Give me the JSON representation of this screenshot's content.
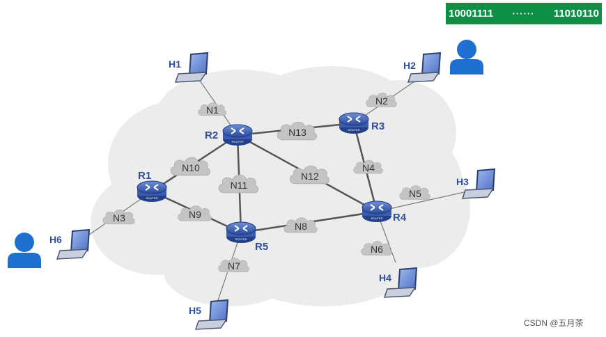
{
  "banner": {
    "bits_left": "10001111",
    "dots": "······",
    "bits_right": "11010110"
  },
  "watermark": "CSDN @五月茶",
  "routers": [
    {
      "id": "R1",
      "label": "R1"
    },
    {
      "id": "R2",
      "label": "R2"
    },
    {
      "id": "R3",
      "label": "R3"
    },
    {
      "id": "R4",
      "label": "R4"
    },
    {
      "id": "R5",
      "label": "R5"
    }
  ],
  "router_badge": "ROUTER",
  "networks": [
    "N1",
    "N2",
    "N3",
    "N4",
    "N5",
    "N6",
    "N7",
    "N8",
    "N9",
    "N10",
    "N11",
    "N12",
    "N13"
  ],
  "hosts": [
    "H1",
    "H2",
    "H3",
    "H4",
    "H5",
    "H6"
  ],
  "colors": {
    "accent": "#0d8f46",
    "label_blue": "#2e4e9a",
    "user_blue": "#1f6fd1",
    "cloud": "#e9e9e9"
  }
}
